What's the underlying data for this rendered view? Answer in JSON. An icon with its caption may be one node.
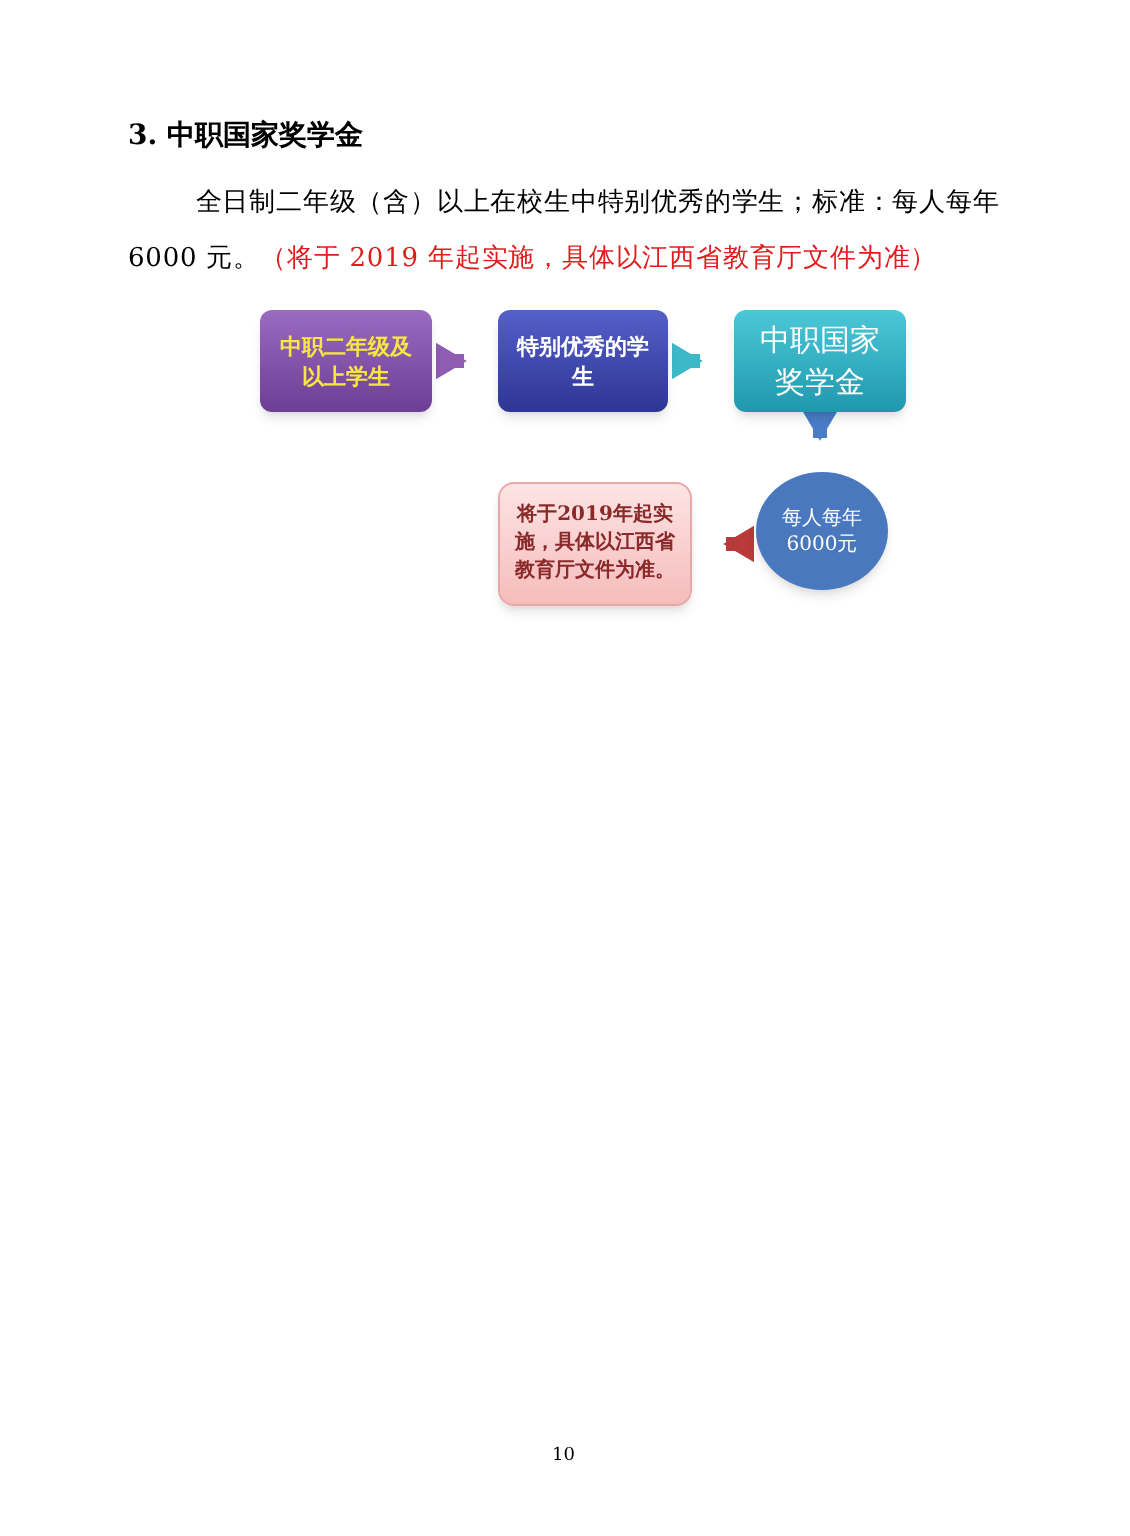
{
  "diagram": {
    "title": "3. 中职国家奖学金",
    "nodes": [
      {
        "text": [
          "中职二年级及以上学生"
        ]
      },
      {
        "text": [
          "特别优秀的学生"
        ]
      },
      {
        "text": [
          "中职国家奖学金"
        ]
      },
      {
        "text": [
          "每人每年6000元"
        ]
      },
      {
        "text": [
          "将于2019年起实施，具体以江西省教育厅文件为准。"
        ]
      }
    ],
    "edges": [
      {
        "from": 0,
        "to": 1,
        "arrow": "to",
        "color": "#8e5cb0"
      },
      {
        "from": 1,
        "to": 2,
        "arrow": "to",
        "color": "#3cb8c8"
      },
      {
        "from": 2,
        "to": 3,
        "arrow": "to",
        "color": "#4a7cc8"
      },
      {
        "from": 3,
        "to": 4,
        "arrow": "to",
        "color": "#b83a3a"
      }
    ],
    "labels": [
      "全日制二年级（含）以上在校生中特别优秀的学生；标准：每人每年 6000 元。",
      "（将于 2019 年起实施，具体以江西省教育厅文件为准）",
      "10"
    ]
  }
}
